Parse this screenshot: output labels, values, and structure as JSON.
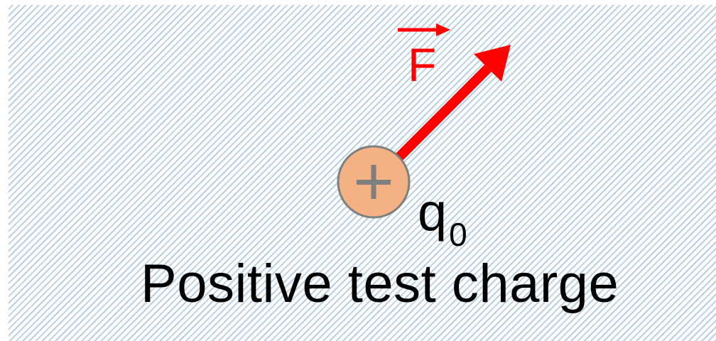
{
  "diagram": {
    "force_label": "F",
    "charge_symbol": "q",
    "charge_subscript": "0",
    "charge_sign": "+",
    "caption": "Positive test charge"
  },
  "colors": {
    "force_arrow": "#ff0000",
    "charge_fill": "#f4b183",
    "charge_stroke": "#7f7f7f",
    "plus_sign": "#7f7f7f",
    "hatch": "#b9d0e2",
    "text": "#000000"
  },
  "icons": {
    "force_vector_arrow": "force-arrow-icon",
    "vector_notation_arrow": "vector-arrow-icon",
    "charge": "positive-charge-icon"
  }
}
